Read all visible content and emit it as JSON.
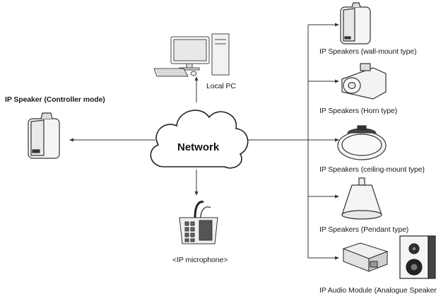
{
  "network": {
    "label": "Network"
  },
  "local_pc": {
    "label": "Local PC"
  },
  "controller_speaker": {
    "label": "IP Speaker (Controller mode)"
  },
  "ip_microphone": {
    "label": "<IP microphone>"
  },
  "devices": [
    {
      "label": "IP Speakers (wall-mount type)"
    },
    {
      "label": "IP Speakers (Horn type)"
    },
    {
      "label": "IP Speakers (ceiling-mount type)"
    },
    {
      "label": "IP Speakers (Pendant type)"
    },
    {
      "label": "IP Audio Module (Analogue Speaker"
    }
  ]
}
